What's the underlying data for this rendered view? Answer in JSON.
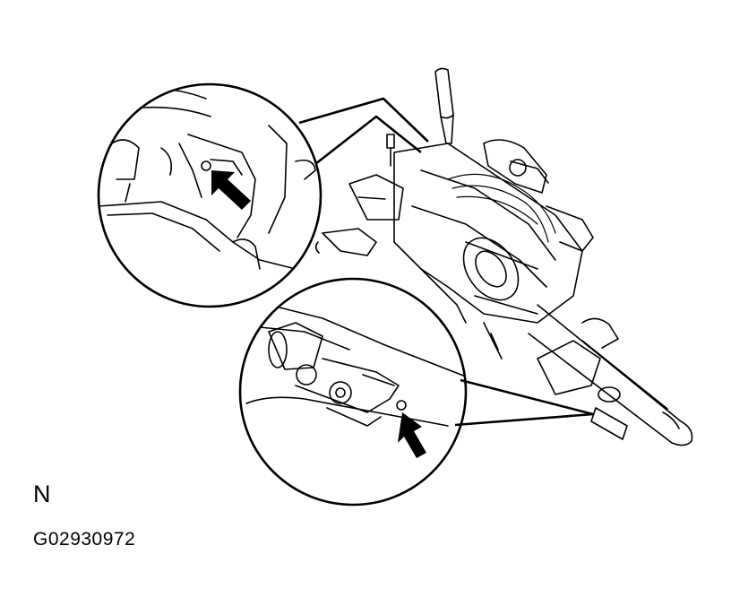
{
  "figure": {
    "view_letter": "N",
    "figure_code": "G02930972"
  },
  "colors": {
    "line": "#000000",
    "background": "#ffffff"
  },
  "callouts": [
    {
      "name": "upper-detail-view",
      "icon": "arrow-icon"
    },
    {
      "name": "lower-detail-view",
      "icon": "arrow-icon"
    }
  ]
}
